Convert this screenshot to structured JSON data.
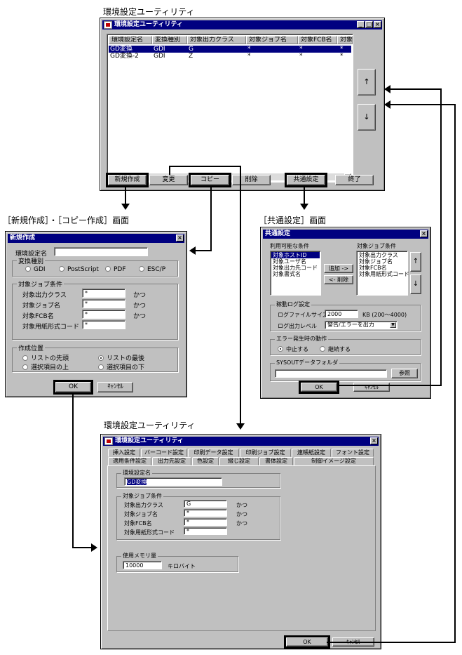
{
  "captions": {
    "main_top": "環境設定ユーティリティ",
    "new_copy": "［新規作成］・［コピー作成］画面",
    "common": "［共通設定］画面",
    "main_bottom": "環境設定ユーティリティ"
  },
  "main_window": {
    "title": "環境設定ユーティリティ",
    "columns": [
      "環境設定名",
      "変換種別",
      "対象出力クラス",
      "対象ジョブ名",
      "対象FCB名",
      "対象"
    ],
    "rows": [
      [
        "GD変換",
        "GDI",
        "G",
        "*",
        "*",
        "*"
      ],
      [
        "GD変換-2",
        "GDI",
        "Z",
        "*",
        "*",
        "*"
      ]
    ],
    "up_label": "↑",
    "down_label": "↓",
    "buttons": {
      "new": "新規作成",
      "change": "変更",
      "copy": "コピー",
      "delete": "削除",
      "common": "共通設定",
      "exit": "終了"
    }
  },
  "new_dialog": {
    "title": "新規作成",
    "name_label": "環境設定名",
    "name_value": "",
    "conv_group": "変換種別",
    "conv_options": [
      "GDI",
      "PostScript",
      "PDF",
      "ESC/P"
    ],
    "job_group": "対象ジョブ条件",
    "fields": [
      {
        "label": "対象出力クラス",
        "value": "*",
        "suffix": "かつ"
      },
      {
        "label": "対象ジョブ名",
        "value": "*",
        "suffix": "かつ"
      },
      {
        "label": "対象FCB名",
        "value": "*",
        "suffix": "かつ"
      },
      {
        "label": "対象用紙形式コード",
        "value": "*",
        "suffix": ""
      }
    ],
    "pos_group": "作成位置",
    "pos_options": [
      "リストの先頭",
      "リストの最後",
      "選択項目の上",
      "選択項目の下"
    ],
    "ok": "OK",
    "cancel": "ｷｬﾝｾﾙ"
  },
  "common_dialog": {
    "title": "共通設定",
    "avail_label": "利用可能な条件",
    "avail_items": [
      "対象ホストID",
      "対象ユーザ名",
      "対象出力先コード",
      "対象書式名"
    ],
    "target_label": "対象ジョブ条件",
    "target_items": [
      "対象出力クラス",
      "対象ジョブ名",
      "対象FCB名",
      "対象用紙形式コード"
    ],
    "add": "追加 ->",
    "remove": "<- 削除",
    "up": "↑",
    "down": "↓",
    "log_group": "稼動ログ設定",
    "log_size_label": "ログファイルサイズ",
    "log_size_value": "2000",
    "log_size_unit": "KB (200〜4000)",
    "log_level_label": "ログ出力レベル",
    "log_level_value": "警告/エラーを出力",
    "err_group": "エラー発生時の動作",
    "err_options": [
      "中止する",
      "継続する"
    ],
    "sysout_group": "SYSOUTデータフォルダ",
    "ref": "参照",
    "ok": "OK",
    "cancel": "ｷｬﾝｾﾙ"
  },
  "change_dialog": {
    "title": "環境設定ユーティリティ",
    "tabs_row1": [
      "挿入設定",
      "バーコード設定",
      "印刷データ設定",
      "印刷ジョブ設定",
      "連帳紙設定",
      "フォント設定"
    ],
    "tabs_row2": [
      "適用条件設定",
      "出力先設定",
      "色設定",
      "綴じ設定",
      "書体設定",
      "制御イメージ設定"
    ],
    "name_group": "環境設定名",
    "name_value": "GD変換",
    "job_group": "対象ジョブ条件",
    "fields": [
      {
        "label": "対象出力クラス",
        "value": "G",
        "suffix": "かつ"
      },
      {
        "label": "対象ジョブ名",
        "value": "*",
        "suffix": "かつ"
      },
      {
        "label": "対象FCB名",
        "value": "*",
        "suffix": "かつ"
      },
      {
        "label": "対象用紙形式コード",
        "value": "*",
        "suffix": ""
      }
    ],
    "mem_group": "使用メモリ量",
    "mem_value": "10000",
    "mem_unit": "キロバイト",
    "ok": "OK",
    "cancel": "ｷｬﾝｾﾙ"
  }
}
